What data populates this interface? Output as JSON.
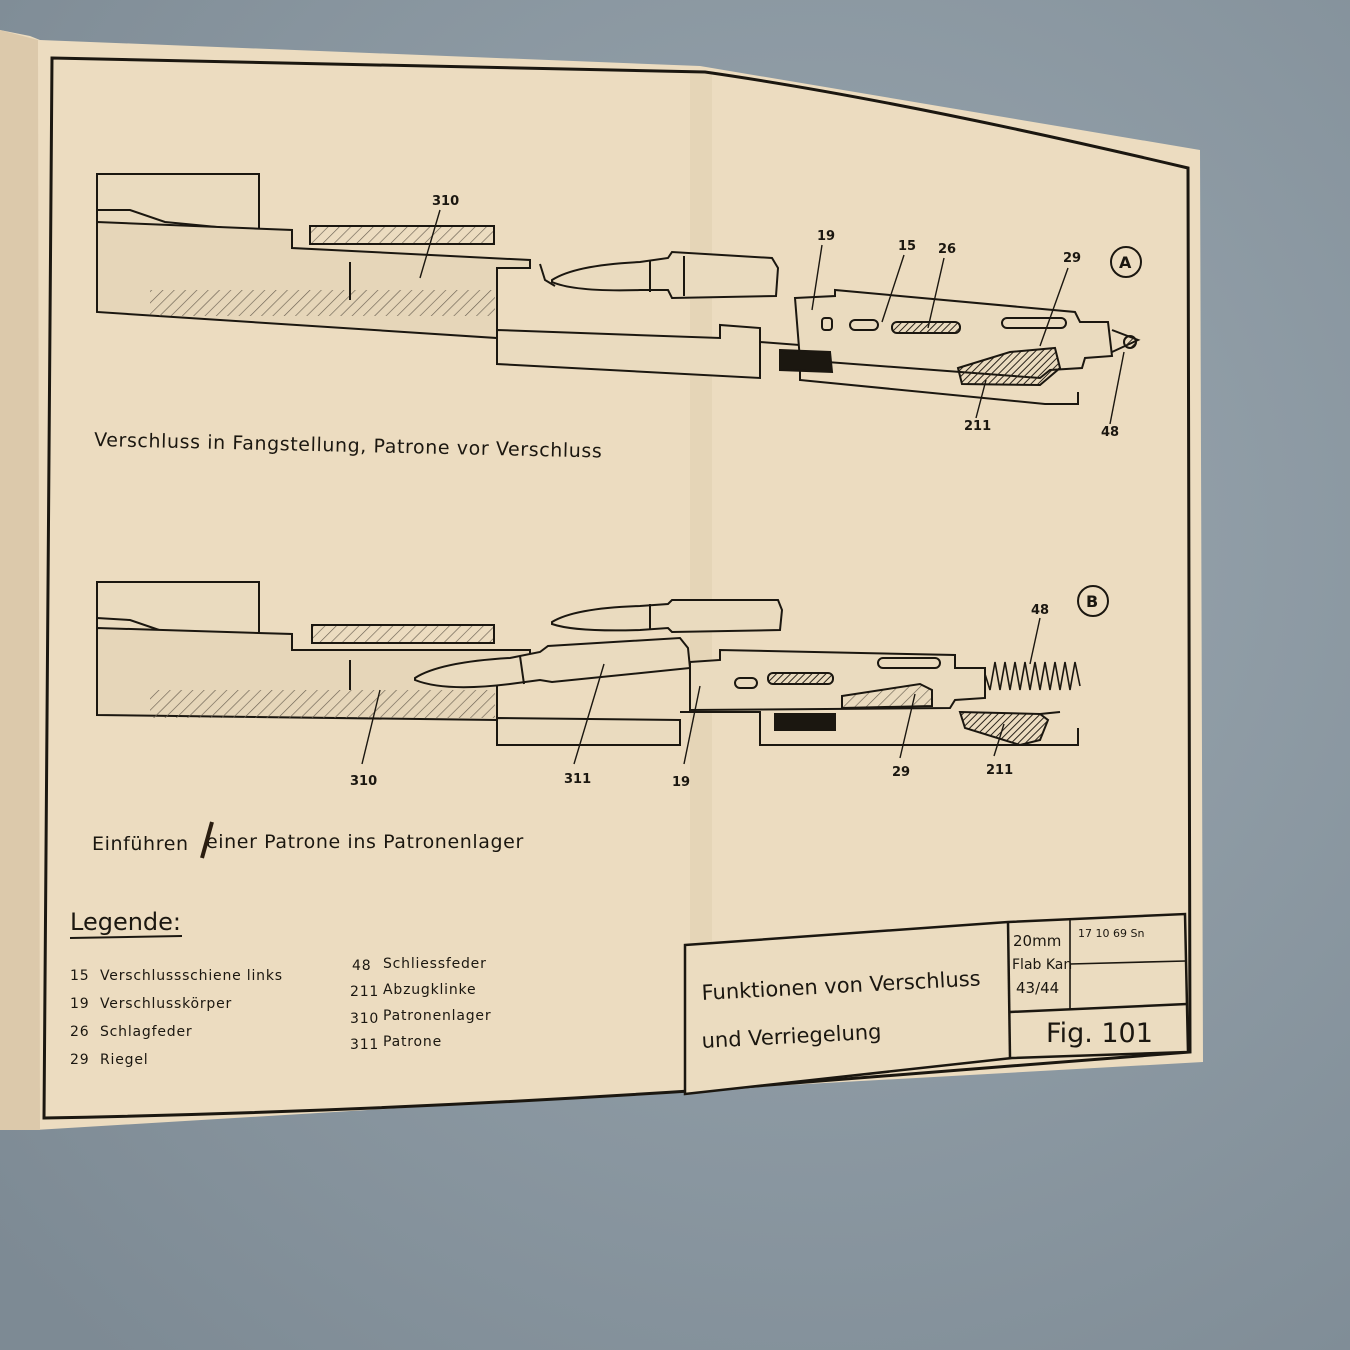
{
  "diagram_a": {
    "marker": "A",
    "labels": {
      "p310": "310",
      "p19": "19",
      "p15": "15",
      "p26": "26",
      "p29": "29",
      "p211": "211",
      "p48": "48"
    },
    "caption": "Verschluss in Fangstellung, Patrone vor Verschluss"
  },
  "diagram_b": {
    "marker": "B",
    "labels": {
      "p310": "310",
      "p311": "311",
      "p19": "19",
      "p29": "29",
      "p211": "211",
      "p48": "48"
    },
    "caption_part1": "Einführen",
    "caption_part2": "einer Patrone ins Patronenlager"
  },
  "legend": {
    "heading": "Legende:",
    "items": [
      {
        "num": "15",
        "text": "Verschlussschiene links"
      },
      {
        "num": "19",
        "text": "Verschlusskörper"
      },
      {
        "num": "26",
        "text": "Schlagfeder"
      },
      {
        "num": "29",
        "text": "Riegel"
      },
      {
        "num": "48",
        "text": "Schliessfeder"
      },
      {
        "num": "211",
        "text": "Abzugklinke"
      },
      {
        "num": "310",
        "text": "Patronenlager"
      },
      {
        "num": "311",
        "text": "Patrone"
      }
    ]
  },
  "title_block": {
    "title_line1": "Funktionen von Verschluss",
    "title_line2": "und Verriegelung",
    "weapon_line1": "20mm",
    "weapon_line2": "Flab Kan",
    "weapon_line3": "43/44",
    "date": "17 10 69 Sn",
    "fig": "Fig. 101"
  },
  "colors": {
    "paper": "#eadbbf",
    "background": "#8d9aa4",
    "ink": "#1b1710"
  }
}
